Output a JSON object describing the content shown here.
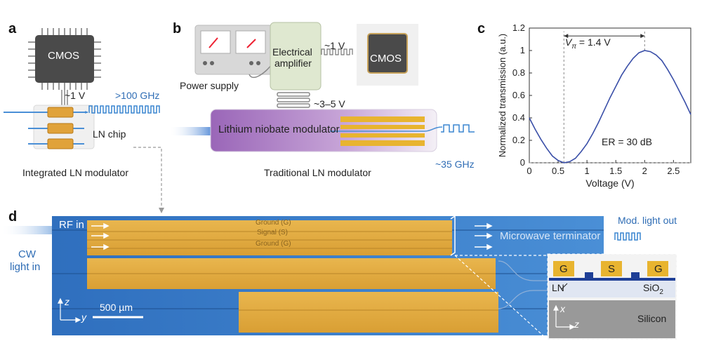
{
  "panels": {
    "a": {
      "label": "a",
      "chip_label": "CMOS",
      "voltage": "~1 V",
      "frequency": ">100 GHz",
      "ln_chip": "LN chip",
      "caption": "Integrated LN modulator"
    },
    "b": {
      "label": "b",
      "power_supply": "Power supply",
      "amplifier_line1": "Electrical",
      "amplifier_line2": "amplifier",
      "voltage_in": "~1 V",
      "chip_label": "CMOS",
      "voltage_out": "~3–5 V",
      "modulator": "Lithium niobate modulator",
      "frequency": "~35 GHz",
      "caption": "Traditional LN modulator"
    },
    "c": {
      "label": "c",
      "vpi_label": "V",
      "vpi_sub": "π",
      "vpi_value": " = 1.4 V",
      "er_label": "ER = 30 dB"
    },
    "d": {
      "label": "d",
      "rf_in": "RF in",
      "cw_line1": "CW",
      "cw_line2": "light in",
      "mod_out": "Mod. light out",
      "ground1": "Ground (G)",
      "signal": "Signal (S)",
      "ground2": "Ground (G)",
      "terminator": "Microwave terminator",
      "scale": "500 µm",
      "axis_z": "z",
      "axis_y": "y",
      "inset_g1": "G",
      "inset_s": "S",
      "inset_g2": "G",
      "inset_ln": "LN",
      "inset_sio2": "SiO",
      "inset_sio2_sub": "2",
      "inset_silicon": "Silicon",
      "inset_x": "x",
      "inset_z": "z"
    }
  },
  "chart_data": {
    "type": "line",
    "title": "",
    "xlabel": "Voltage (V)",
    "ylabel": "Normalized transmission (a.u.)",
    "xlim": [
      0,
      2.8
    ],
    "ylim": [
      0,
      1.2
    ],
    "xticks": [
      0,
      0.5,
      1,
      1.5,
      2,
      2.5
    ],
    "xtick_labels": [
      "0",
      "0.5",
      "1",
      "1.5",
      "2",
      "2.5"
    ],
    "yticks": [
      0,
      0.2,
      0.4,
      0.6,
      0.8,
      1,
      1.2
    ],
    "ytick_labels": [
      "0",
      "0.2",
      "0.4",
      "0.6",
      "0.8",
      "1",
      "1.2"
    ],
    "series": [
      {
        "color": "#3a4fa8",
        "x": [
          0,
          0.1,
          0.2,
          0.3,
          0.4,
          0.5,
          0.6,
          0.7,
          0.8,
          0.9,
          1.0,
          1.1,
          1.2,
          1.3,
          1.4,
          1.5,
          1.6,
          1.7,
          1.8,
          1.9,
          2.0,
          2.1,
          2.2,
          2.3,
          2.4,
          2.5,
          2.6,
          2.7,
          2.8
        ],
        "y": [
          0.4,
          0.3,
          0.21,
          0.13,
          0.06,
          0.02,
          0.0,
          0.01,
          0.04,
          0.1,
          0.17,
          0.26,
          0.36,
          0.47,
          0.58,
          0.68,
          0.78,
          0.86,
          0.93,
          0.98,
          1.0,
          0.99,
          0.96,
          0.91,
          0.83,
          0.74,
          0.64,
          0.54,
          0.43
        ]
      }
    ],
    "annotations": [
      "Vπ = 1.4 V",
      "ER = 30 dB"
    ]
  },
  "colors": {
    "gold": "#e6b24a",
    "blue_substrate": "#3f7fc9",
    "curve": "#3a4fa8",
    "accent_text": "#2f6db5"
  }
}
